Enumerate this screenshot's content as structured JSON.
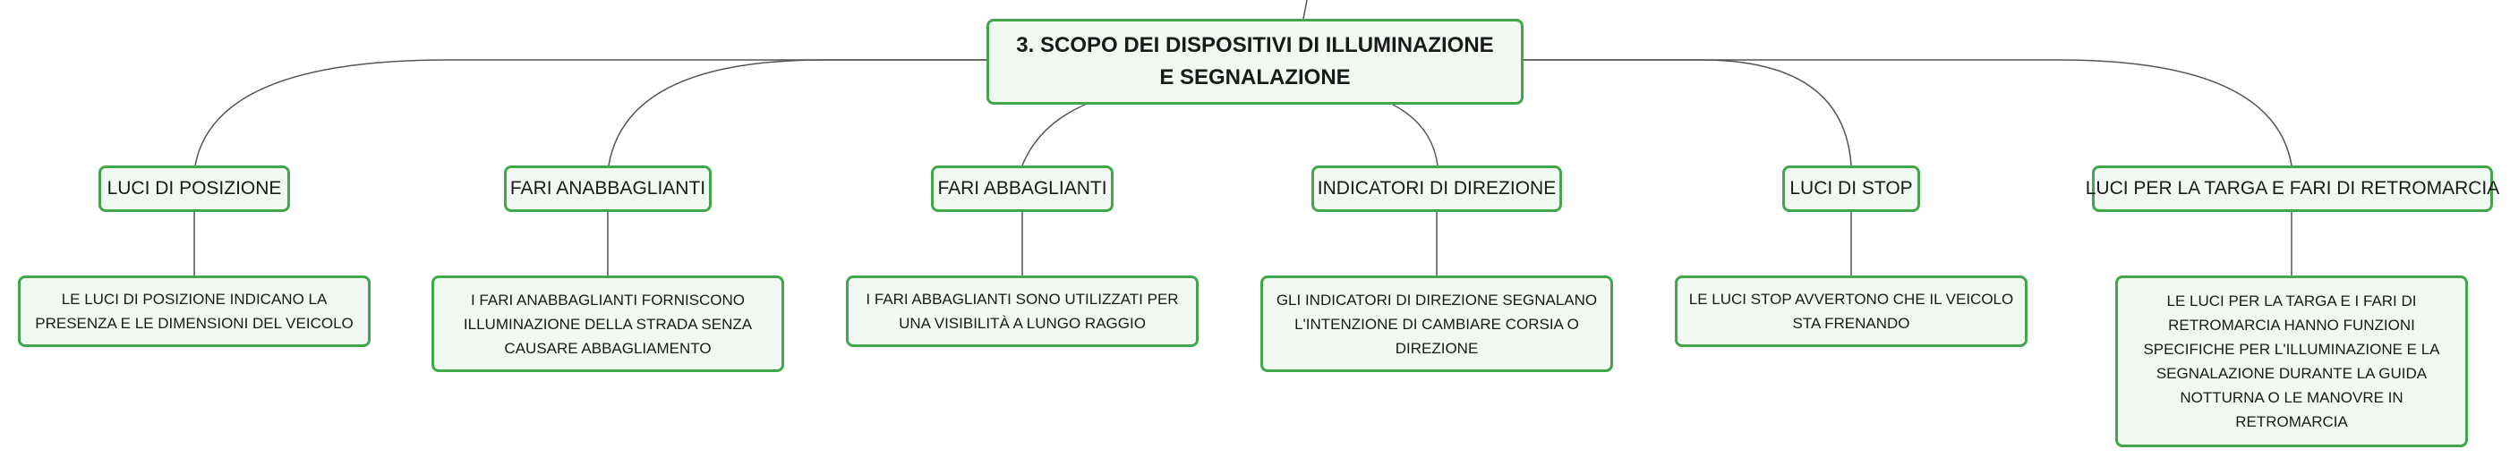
{
  "root": {
    "title": "3. SCOPO DEI DISPOSITIVI DI ILLUMINAZIONE E SEGNALAZIONE"
  },
  "categories": [
    {
      "label": "LUCI DI POSIZIONE",
      "description": "LE LUCI DI POSIZIONE INDICANO LA PRESENZA E LE DIMENSIONI DEL VEICOLO"
    },
    {
      "label": "FARI ANABBAGLIANTI",
      "description": "I FARI ANABBAGLIANTI FORNISCONO ILLUMINAZIONE DELLA STRADA SENZA CAUSARE ABBAGLIAMENTO"
    },
    {
      "label": "FARI ABBAGLIANTI",
      "description": "I FARI ABBAGLIANTI SONO UTILIZZATI PER UNA VISIBILITÀ A LUNGO RAGGIO"
    },
    {
      "label": "INDICATORI DI DIREZIONE",
      "description": "GLI INDICATORI DI DIREZIONE SEGNALANO L'INTENZIONE DI CAMBIARE CORSIA O DIREZIONE"
    },
    {
      "label": "LUCI DI STOP",
      "description": "LE LUCI STOP AVVERTONO CHE IL VEICOLO STA FRENANDO"
    },
    {
      "label": "LUCI PER LA TARGA E FARI DI RETROMARCIA",
      "description": "LE LUCI PER LA TARGA E I FARI DI RETROMARCIA HANNO FUNZIONI SPECIFICHE PER L'ILLUMINAZIONE E LA SEGNALAZIONE DURANTE LA GUIDA NOTTURNA O LE MANOVRE IN RETROMARCIA"
    }
  ]
}
